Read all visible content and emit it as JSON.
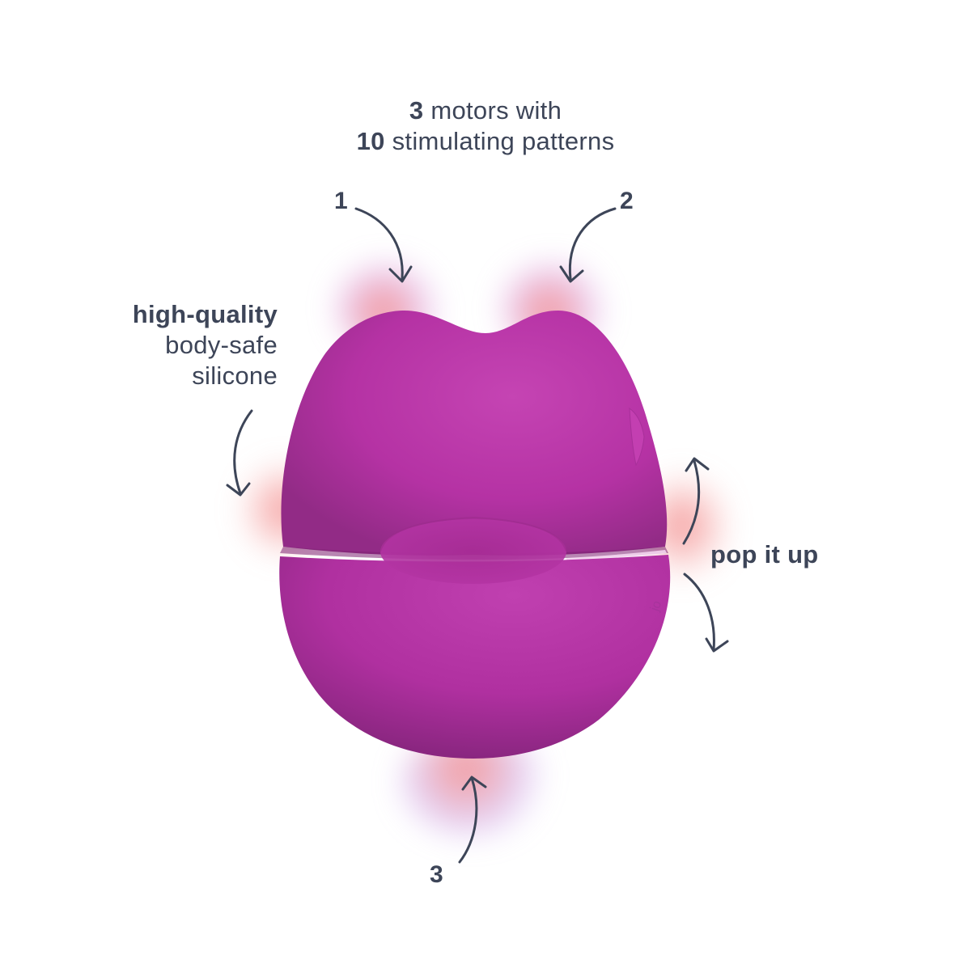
{
  "headline": {
    "line1_bold": "3",
    "line1_rest": " motors with",
    "line2_bold": "10",
    "line2_rest": " stimulating patterns"
  },
  "callouts": {
    "motor_1": "1",
    "motor_2": "2",
    "motor_3": "3",
    "material": {
      "bold": "high-quality",
      "line2": "body-safe",
      "line3": "silicone"
    },
    "pop": "pop it up"
  },
  "product": {
    "color_primary": "#b832a6",
    "color_shadow": "#8e2a7f",
    "glow_red": "#f07a7a",
    "glow_violet": "#b89ae8"
  },
  "text_color": "#3d4558"
}
